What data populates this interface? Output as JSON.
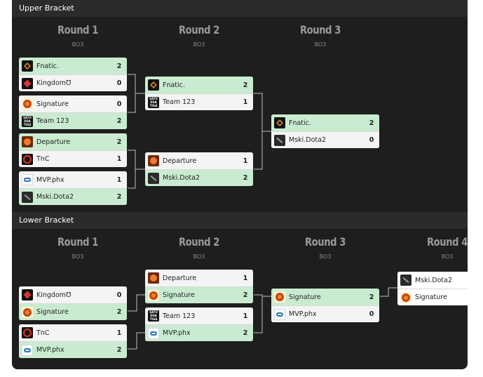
{
  "upper": {
    "title": "Upper Bracket",
    "rounds": [
      {
        "name": "Round 1",
        "format": "BO3"
      },
      {
        "name": "Round 2",
        "format": "BO3"
      },
      {
        "name": "Round 3",
        "format": "BO3"
      }
    ],
    "matches": [
      {
        "t1": {
          "name": "Fnatic.",
          "score": "2",
          "logo": "fnatic-logo",
          "result": "win"
        },
        "t2": {
          "name": "Kingdom℧",
          "score": "0",
          "logo": "kingdom-logo",
          "result": "loss"
        }
      },
      {
        "t1": {
          "name": "Signature",
          "score": "0",
          "logo": "signature-logo",
          "result": "loss"
        },
        "t2": {
          "name": "Team 123",
          "score": "2",
          "logo": "team123-logo",
          "result": "win"
        }
      },
      {
        "t1": {
          "name": "Departure",
          "score": "2",
          "logo": "departure-logo",
          "result": "win"
        },
        "t2": {
          "name": "TnC",
          "score": "1",
          "logo": "tnc-logo",
          "result": "loss"
        }
      },
      {
        "t1": {
          "name": "MVP.phx",
          "score": "1",
          "logo": "mvp-logo",
          "result": "loss"
        },
        "t2": {
          "name": "Mski.Dota2",
          "score": "2",
          "logo": "mski-logo",
          "result": "win"
        }
      },
      {
        "t1": {
          "name": "Fnatic.",
          "score": "2",
          "logo": "fnatic-logo",
          "result": "win"
        },
        "t2": {
          "name": "Team 123",
          "score": "1",
          "logo": "team123-logo",
          "result": "loss"
        }
      },
      {
        "t1": {
          "name": "Departure",
          "score": "1",
          "logo": "departure-logo",
          "result": "loss"
        },
        "t2": {
          "name": "Mski.Dota2",
          "score": "2",
          "logo": "mski-logo",
          "result": "win"
        }
      },
      {
        "t1": {
          "name": "Fnatic.",
          "score": "2",
          "logo": "fnatic-logo",
          "result": "win"
        },
        "t2": {
          "name": "Mski.Dota2",
          "score": "0",
          "logo": "mski-logo",
          "result": "loss"
        }
      }
    ]
  },
  "lower": {
    "title": "Lower Bracket",
    "rounds": [
      {
        "name": "Round 1",
        "format": "BO3"
      },
      {
        "name": "Round 2",
        "format": "BO3"
      },
      {
        "name": "Round 3",
        "format": "BO3"
      },
      {
        "name": "Round 4",
        "format": "BO3"
      }
    ],
    "matches": [
      {
        "t1": {
          "name": "Kingdom℧",
          "score": "0",
          "logo": "kingdom-logo",
          "result": "loss"
        },
        "t2": {
          "name": "Signature",
          "score": "2",
          "logo": "signature-logo",
          "result": "win"
        }
      },
      {
        "t1": {
          "name": "TnC",
          "score": "1",
          "logo": "tnc-logo",
          "result": "loss"
        },
        "t2": {
          "name": "MVP.phx",
          "score": "2",
          "logo": "mvp-logo",
          "result": "win"
        }
      },
      {
        "t1": {
          "name": "Departure",
          "score": "1",
          "logo": "departure-logo",
          "result": "loss"
        },
        "t2": {
          "name": "Signature",
          "score": "2",
          "logo": "signature-logo",
          "result": "win"
        }
      },
      {
        "t1": {
          "name": "Team 123",
          "score": "1",
          "logo": "team123-logo",
          "result": "loss"
        },
        "t2": {
          "name": "MVP.phx",
          "score": "2",
          "logo": "mvp-logo",
          "result": "win"
        }
      },
      {
        "t1": {
          "name": "Signature",
          "score": "2",
          "logo": "signature-logo",
          "result": "win"
        },
        "t2": {
          "name": "MVP.phx",
          "score": "0",
          "logo": "mvp-logo",
          "result": "loss"
        }
      },
      {
        "t1": {
          "name": "Mski.Dota2",
          "score": "",
          "logo": "mski-logo",
          "result": "none"
        },
        "t2": {
          "name": "Signature",
          "score": "",
          "logo": "signature-logo",
          "result": "none"
        }
      }
    ]
  },
  "logo_text": {
    "team123": "SATU DUA TIGA"
  },
  "colors": {
    "win": "#c9ecd0",
    "loss": "#f4f4f4",
    "panel": "#1e1e1e",
    "header": "#2b2b2b",
    "connector": "#bfbfbf"
  }
}
